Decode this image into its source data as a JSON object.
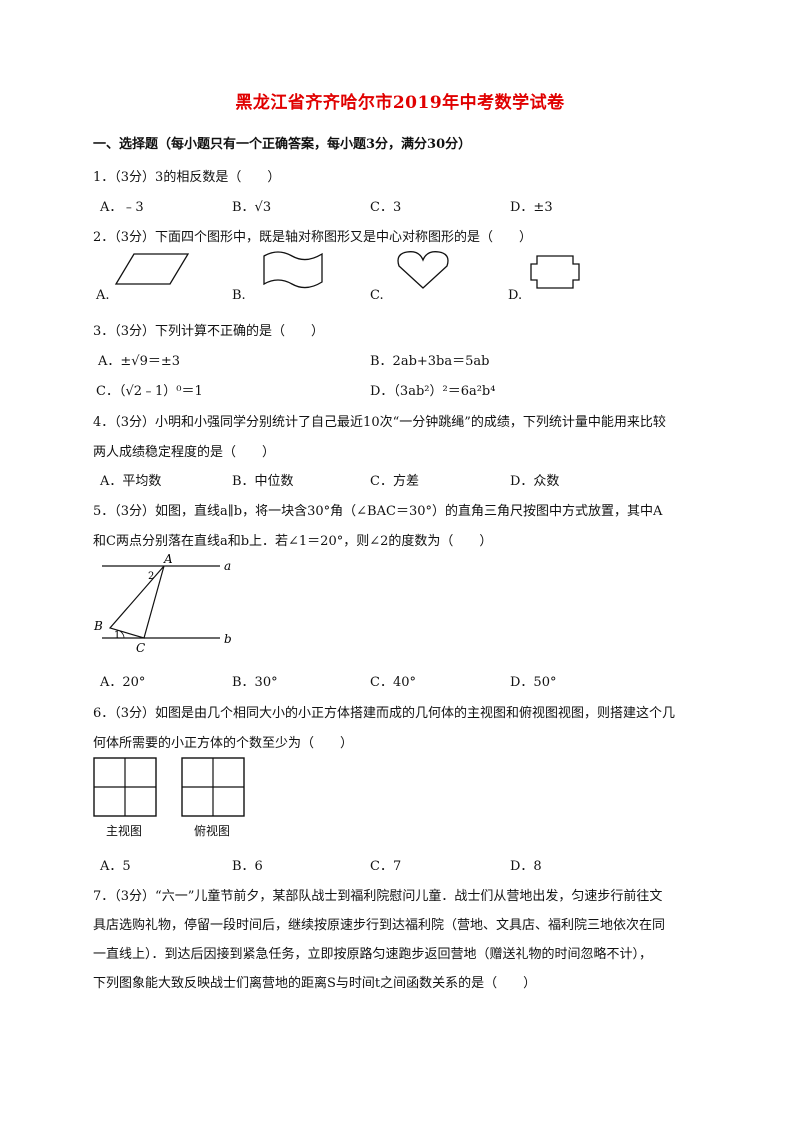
{
  "title": "黑龙江省齐齐哈尔市2019年中考数学试卷",
  "section": "一、选择题（每小题只有一个正确答案，每小题3分，满分30分）",
  "q1": {
    "stem": "1．（3分）3的相反数是（　　）",
    "a": "A．﹣3",
    "b": "B．√3",
    "c": "C．3",
    "d": "D．±3"
  },
  "q2": {
    "stem": "2．（3分）下面四个图形中，既是轴对称图形又是中心对称图形的是（　　）",
    "a": "A.",
    "b": "B.",
    "c": "C.",
    "d": "D."
  },
  "q3": {
    "stem": "3．（3分）下列计算不正确的是（　　）",
    "a": "A．±√9＝±3",
    "b": "B．2ab+3ba＝5ab",
    "c": "C．（√2﹣1）⁰＝1",
    "d": "D．（3ab²）²＝6a²b⁴"
  },
  "q4": {
    "stem": "4．（3分）小明和小强同学分别统计了自己最近10次“一分钟跳绳”的成绩，下列统计量中能用来比较",
    "stem2": "两人成绩稳定程度的是（　　）",
    "a": "A．平均数",
    "b": "B．中位数",
    "c": "C．方差",
    "d": "D．众数"
  },
  "q5": {
    "stem": "5．（3分）如图，直线a∥b，将一块含30°角（∠BAC＝30°）的直角三角尺按图中方式放置，其中A",
    "stem2": "和C两点分别落在直线a和b上．若∠1＝20°，则∠2的度数为（　　）",
    "fig_labels": {
      "A": "A",
      "B": "B",
      "C": "C",
      "a": "a",
      "b": "b",
      "one": "1",
      "two": "2"
    },
    "a": "A．20°",
    "b": "B．30°",
    "c": "C．40°",
    "d": "D．50°"
  },
  "q6": {
    "stem": "6．（3分）如图是由几个相同大小的小正方体搭建而成的几何体的主视图和俯视图视图，则搭建这个几",
    "stem2": "何体所需要的小正方体的个数至少为（　　）",
    "front_caption": "主视图",
    "top_caption": "俯视图",
    "a": "A．5",
    "b": "B．6",
    "c": "C．7",
    "d": "D．8"
  },
  "q7": {
    "line1": "7．（3分）“六一”儿童节前夕，某部队战士到福利院慰问儿童．战士们从营地出发，匀速步行前往文",
    "line2": "具店选购礼物，停留一段时间后，继续按原速步行到达福利院（营地、文具店、福利院三地依次在同",
    "line3": "一直线上）．到达后因接到紧急任务，立即按原路匀速跑步返回营地（赠送礼物的时间忽略不计），",
    "line4": "下列图象能大致反映战士们离营地的距离S与时间t之间函数关系的是（　　）"
  }
}
